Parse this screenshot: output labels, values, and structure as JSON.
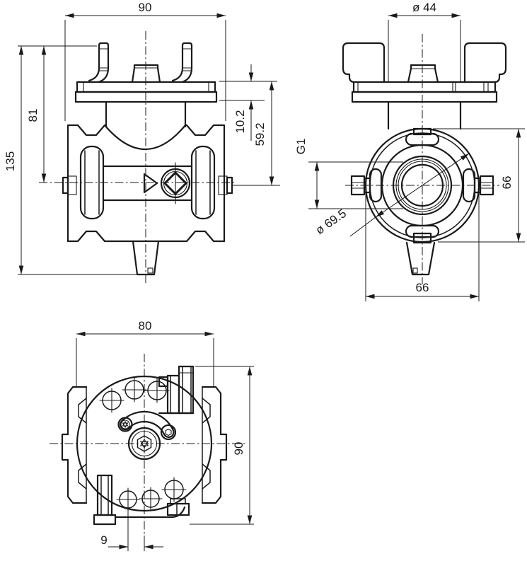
{
  "views": {
    "front": {
      "dims": {
        "overall_width": "90",
        "total_height": "135",
        "center_height": "81",
        "plate_thickness": "10.2",
        "plate_to_axis": "59.2"
      }
    },
    "end": {
      "dims": {
        "handle_diameter": "ø 44",
        "port_thread": "G1",
        "flange_diameter": "ø 69.5",
        "height": "66",
        "width": "66"
      }
    },
    "top": {
      "dims": {
        "width": "80",
        "depth": "90",
        "hole_offset": "9"
      }
    }
  },
  "colors": {
    "line": "#1a1a1a",
    "background": "#ffffff"
  }
}
